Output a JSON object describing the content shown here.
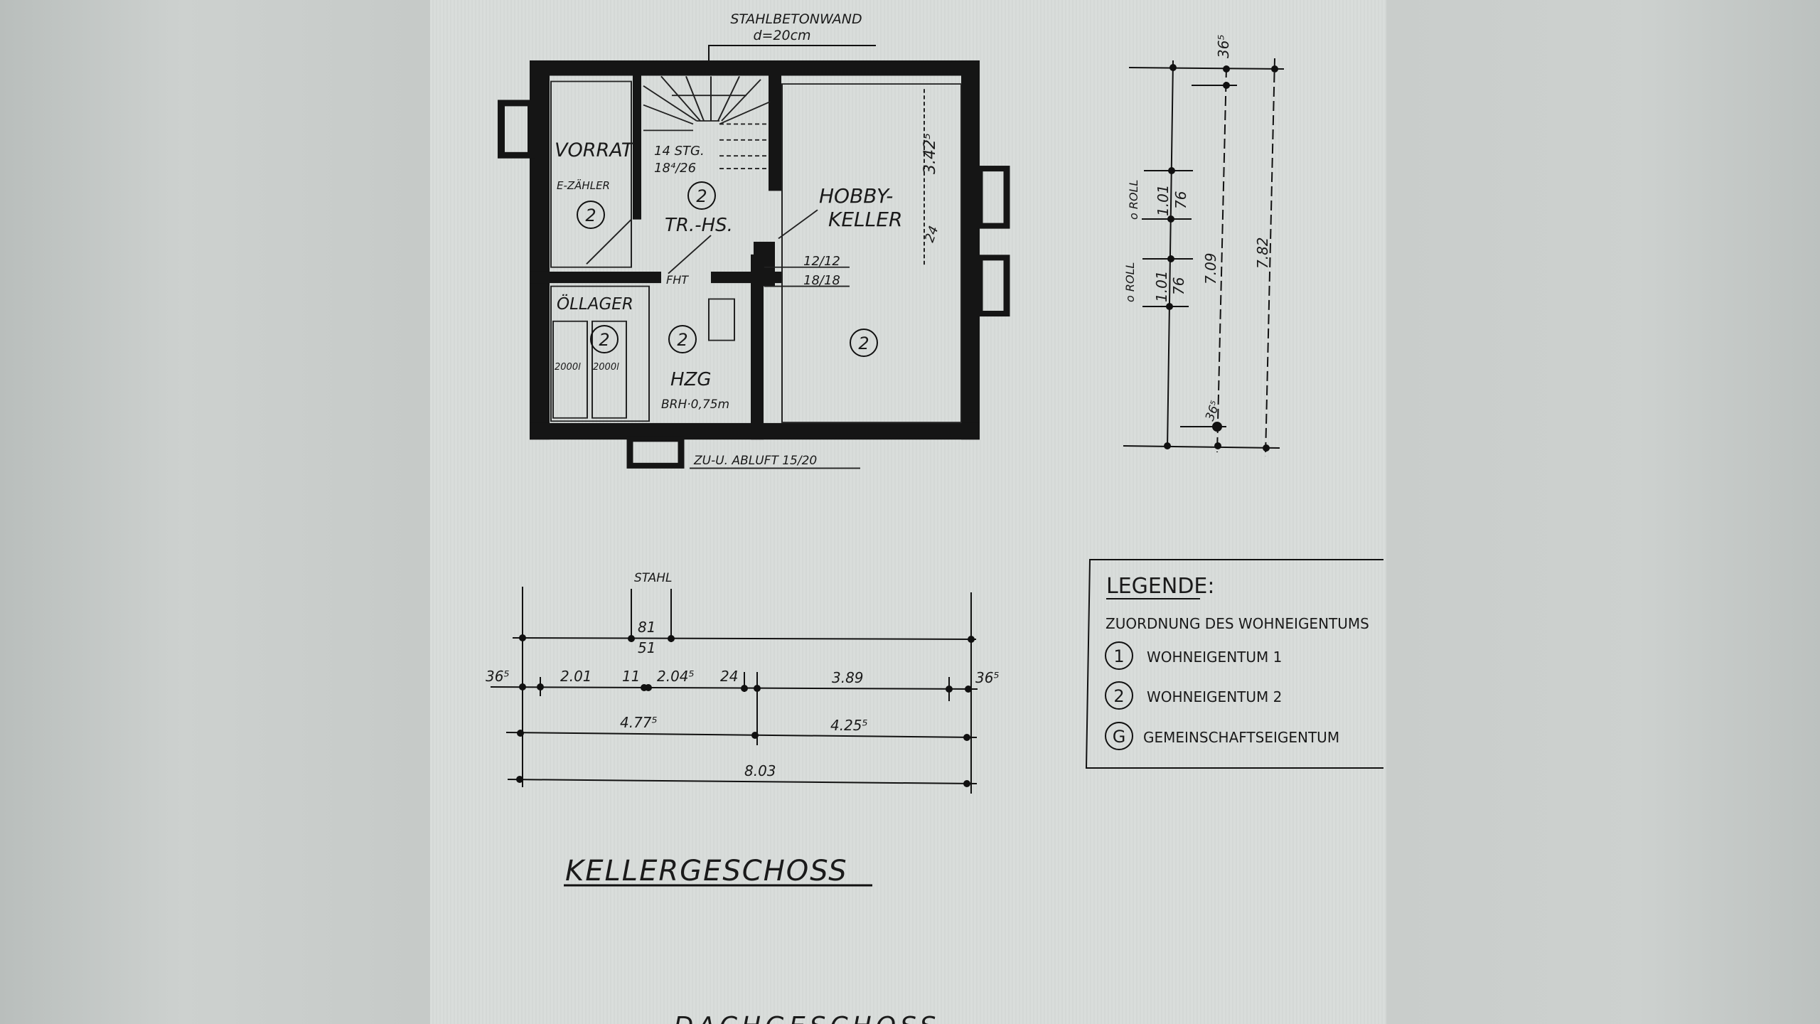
{
  "plan": {
    "wall_note_1": "STAHLBETONWAND",
    "wall_note_2": "d=20cm",
    "rooms": {
      "vorrat": "VORRAT",
      "e_zaehler": "E-ZÄHLER",
      "stairs_1": "14 STG.",
      "stairs_2": "18⁴/26",
      "treppenhaus": "TR.-HS.",
      "hobby_1": "HOBBY-",
      "hobby_2": "KELLER",
      "oellager": "ÖLLAGER",
      "tank_1": "2000l",
      "tank_2": "2000l",
      "hzg": "HZG",
      "brh": "BRH·0,75m",
      "fht": "FHT",
      "vent_1": "12/12",
      "vent_2": "18/18",
      "abluft": "ZU-U. ABLUFT 15/20",
      "dim_342": "3.42⁵",
      "dim_24": "24"
    },
    "ownership_marks": [
      "2",
      "2",
      "2",
      "2",
      "2"
    ]
  },
  "dims_bottom": {
    "stahl": "STAHL",
    "d81": "81",
    "d51": "51",
    "row2": [
      "36⁵",
      "2.01",
      "11",
      "2.04⁵",
      "24",
      "3.89",
      "36⁵"
    ],
    "row3": [
      "4.77⁵",
      "4.25⁵"
    ],
    "row4": "8.03"
  },
  "dims_right": {
    "top": "36⁵",
    "bottom": "36⁵",
    "w1": "1.01",
    "w1b": "76",
    "w2": "1.01",
    "w2b": "76",
    "roll_1": "o ROLL",
    "roll_2": "o ROLL",
    "d709": "7.09",
    "d782": "7.82"
  },
  "floor_title": "KELLERGESCHOSS",
  "next_title": "DACHGESCHOSS",
  "legend": {
    "title": "LEGENDE:",
    "subtitle": "ZUORDNUNG DES WOHNEIGENTUMS",
    "items": [
      {
        "symbol": "1",
        "label": "WOHNEIGENTUM 1"
      },
      {
        "symbol": "2",
        "label": "WOHNEIGENTUM 2"
      },
      {
        "symbol": "G",
        "label": "GEMEINSCHAFTSEIGENTUM"
      }
    ]
  }
}
